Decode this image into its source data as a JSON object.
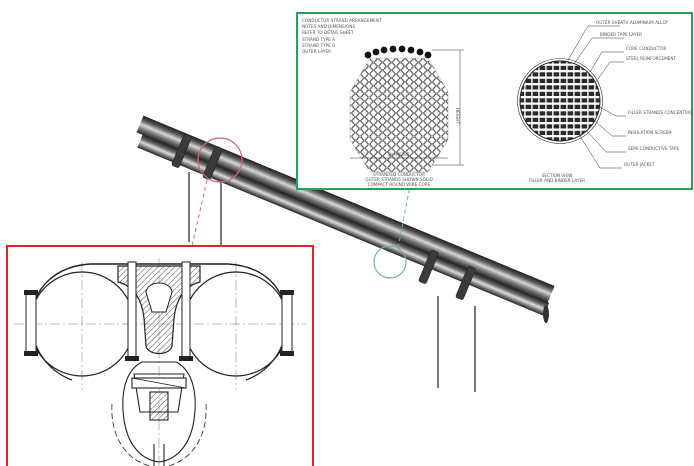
{
  "colors": {
    "background": "#ffffff",
    "detail_frame_red": "#e0232a",
    "detail_frame_green": "#23a45a",
    "callout_red": "#cf6b6b",
    "callout_green": "#6fb59a",
    "pipe_dark": "#3c3c3c",
    "pipe_light": "#cfcfcf",
    "line_art": "#222222"
  },
  "views": {
    "main": "overhead-line-pipe-assembly",
    "red_detail": "twin-conductor-clamp-cross-section",
    "green_detail": "conductor-strand-cross-sections"
  },
  "green_detail": {
    "header_lines": [
      "CONDUCTOR STRAND ARRANGEMENT",
      "NOTES AND DIMENSIONS",
      "REFER TO DETAIL SHEET",
      "STRAND TYPE A",
      "STRAND TYPE B",
      "OUTER LAYER"
    ],
    "left_section": {
      "dimension_label": "DIAMETER",
      "caption_lines": [
        "STRANDED CONDUCTOR",
        "OUTER STRANDS SHOWN SOLID",
        "COMPACT ROUND WIRE CORE"
      ],
      "side_label": "HEIGHT"
    },
    "right_section": {
      "caption_lines": [
        "SECTION VIEW",
        "FILLER AND BINDER LAYER"
      ],
      "notes": [
        "OUTER SHEATH ALUMINIUM ALLOY",
        "BINDER TAPE LAYER",
        "CORE CONDUCTOR",
        "STEEL REINFORCEMENT",
        "FILLER STRANDS CONCENTRIC",
        "INSULATION SCREEN",
        "SEMI-CONDUCTIVE TAPE",
        "OUTER JACKET"
      ]
    }
  }
}
